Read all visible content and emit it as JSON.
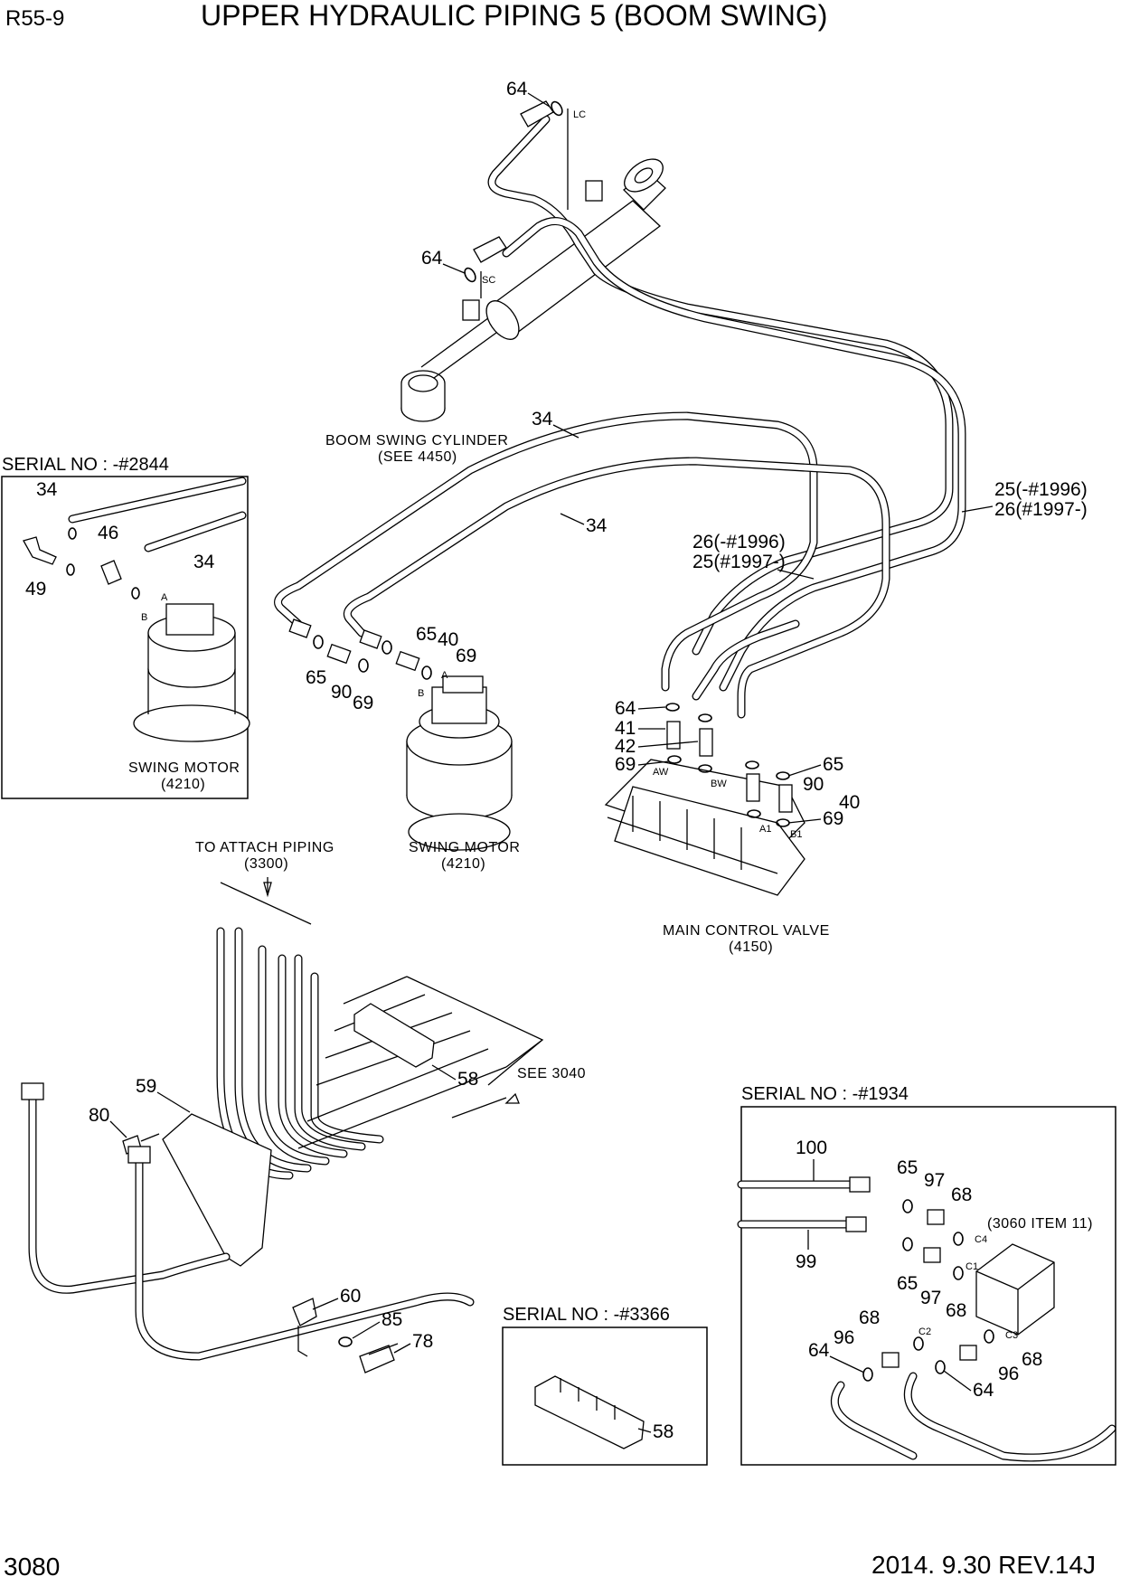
{
  "header": {
    "model_code": "R55-9",
    "title": "UPPER HYDRAULIC PIPING 5 (BOOM SWING)"
  },
  "footer": {
    "page_number": "3080",
    "revision": "2014. 9.30  REV.14J"
  },
  "notes": {
    "boom_swing_cylinder": "BOOM SWING CYLINDER",
    "boom_swing_cylinder_ref": "(SEE 4450)",
    "swing_motor": "SWING MOTOR",
    "swing_motor_ref": "(4210)",
    "main_control_valve": "MAIN CONTROL VALVE",
    "main_control_valve_ref": "(4150)",
    "to_attach_piping": "TO ATTACH PIPING",
    "to_attach_piping_ref": "(3300)",
    "see_3040": "SEE 3040",
    "item_3060": "(3060 ITEM 11)"
  },
  "ports": {
    "lc": "LC",
    "sc": "SC",
    "a": "A",
    "b": "B",
    "aw": "AW",
    "bw": "BW",
    "a1": "A1",
    "b1": "B1",
    "c1": "C1",
    "c2": "C2",
    "c3": "C3",
    "c4": "C4"
  },
  "insets": {
    "serial_2844": "SERIAL NO : -#2844",
    "serial_1934": "SERIAL NO : -#1934",
    "serial_3366": "SERIAL NO : -#3366"
  },
  "callouts": {
    "p64": "64",
    "p34": "34",
    "p25_26": "25(-#1996)",
    "p26_25": "26(#1997-)",
    "p26_b": "26(-#1996)",
    "p25_b": "25(#1997-)",
    "p65": "65",
    "p40": "40",
    "p69": "69",
    "p90": "90",
    "p41": "41",
    "p42": "42",
    "p46": "46",
    "p49": "49",
    "p58": "58",
    "p59": "59",
    "p80": "80",
    "p60": "60",
    "p85": "85",
    "p78": "78",
    "p100": "100",
    "p99": "99",
    "p97": "97",
    "p68": "68",
    "p96": "96"
  }
}
